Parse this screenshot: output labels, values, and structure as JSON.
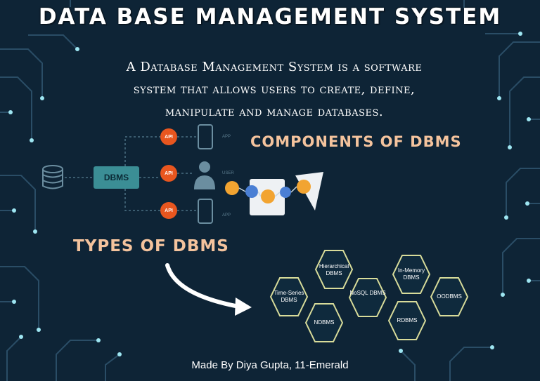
{
  "title": "DATA BASE MANAGEMENT SYSTEM",
  "description": {
    "line1": "A Database Management System is a software",
    "line2": "system that allows users to create, define,",
    "line3": "manipulate and manage databases."
  },
  "components_heading": "COMPONENTS OF DBMS",
  "types_heading": "TYPES OF DBMS",
  "diagram": {
    "dbms_label": "DBMS",
    "api_labels": [
      "API",
      "API",
      "API"
    ],
    "app_label": "APP",
    "user_label": "USER"
  },
  "types": [
    {
      "label": "Hierarchical DBMS"
    },
    {
      "label": "Time-Series DBMS"
    },
    {
      "label": "NDBMS"
    },
    {
      "label": "NoSQL DBMS"
    },
    {
      "label": "In-Memory DBMS"
    },
    {
      "label": "RDBMS"
    },
    {
      "label": "OODBMS"
    }
  ],
  "credit": "Made By Diya Gupta, 11-Emerald",
  "colors": {
    "background": "#0e2436",
    "circuit": "#2a4d66",
    "accent_orange": "#f4c39d",
    "hex_border": "#d8dc9a",
    "api_orange": "#e8561f",
    "dbms_teal": "#3b8e95"
  },
  "icons": [
    "database-icon",
    "phone-icon",
    "user-icon",
    "arrow-icon"
  ]
}
